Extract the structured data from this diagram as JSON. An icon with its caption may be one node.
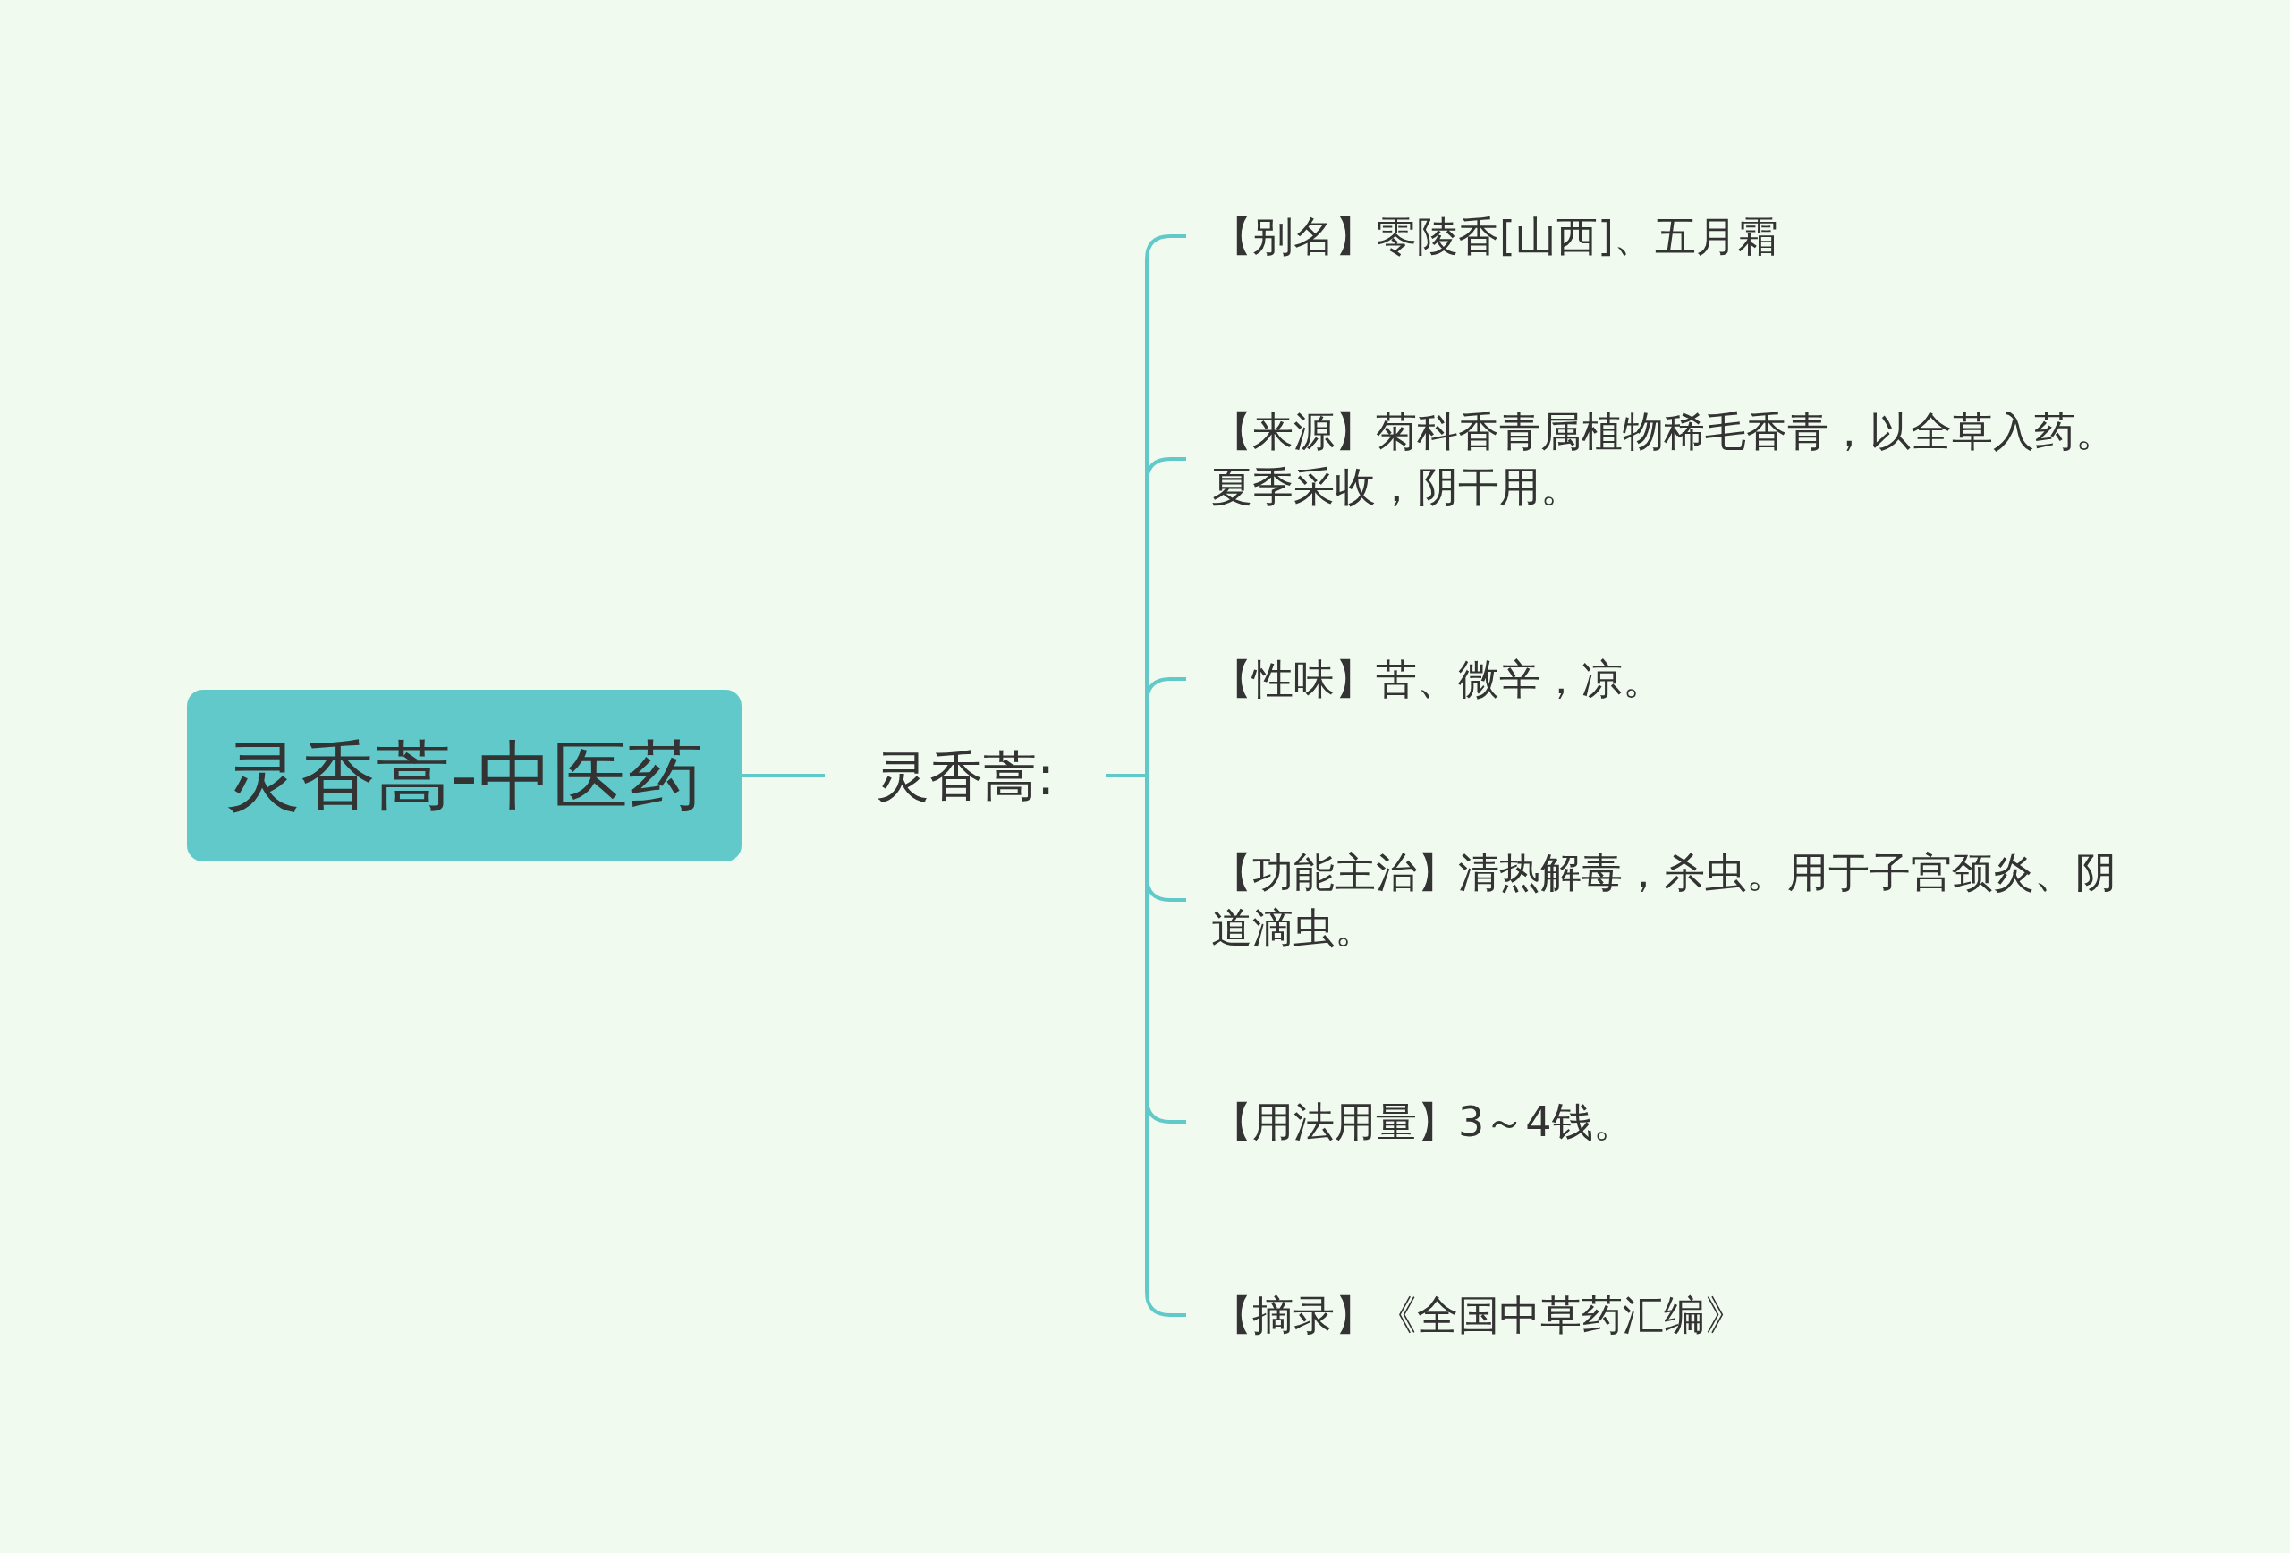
{
  "diagram": {
    "nodes": [
      {
        "text": [
          "灵香蒿-中医药"
        ]
      },
      {
        "text": [
          "灵香蒿:"
        ]
      },
      {
        "text": [
          "【别名】零陵香[山西]、五月霜"
        ]
      },
      {
        "text": [
          "【来源】菊科香青属植物稀毛香青，以全草入药。夏季采收，阴干用。"
        ]
      },
      {
        "text": [
          "【性味】苦、微辛，凉。"
        ]
      },
      {
        "text": [
          "【功能主治】清热解毒，杀虫。用于子宫颈炎、阴道滴虫。"
        ]
      },
      {
        "text": [
          "【用法用量】3～4钱。"
        ]
      },
      {
        "text": [
          "【摘录】《全国中草药汇编》"
        ]
      }
    ],
    "edges": [
      {
        "from": 0,
        "to": 1,
        "arrow": "none"
      },
      {
        "from": 1,
        "to": 2,
        "arrow": "none"
      },
      {
        "from": 1,
        "to": 3,
        "arrow": "none"
      },
      {
        "from": 1,
        "to": 4,
        "arrow": "none"
      },
      {
        "from": 1,
        "to": 5,
        "arrow": "none"
      },
      {
        "from": 1,
        "to": 6,
        "arrow": "none"
      },
      {
        "from": 1,
        "to": 7,
        "arrow": "none"
      }
    ]
  }
}
